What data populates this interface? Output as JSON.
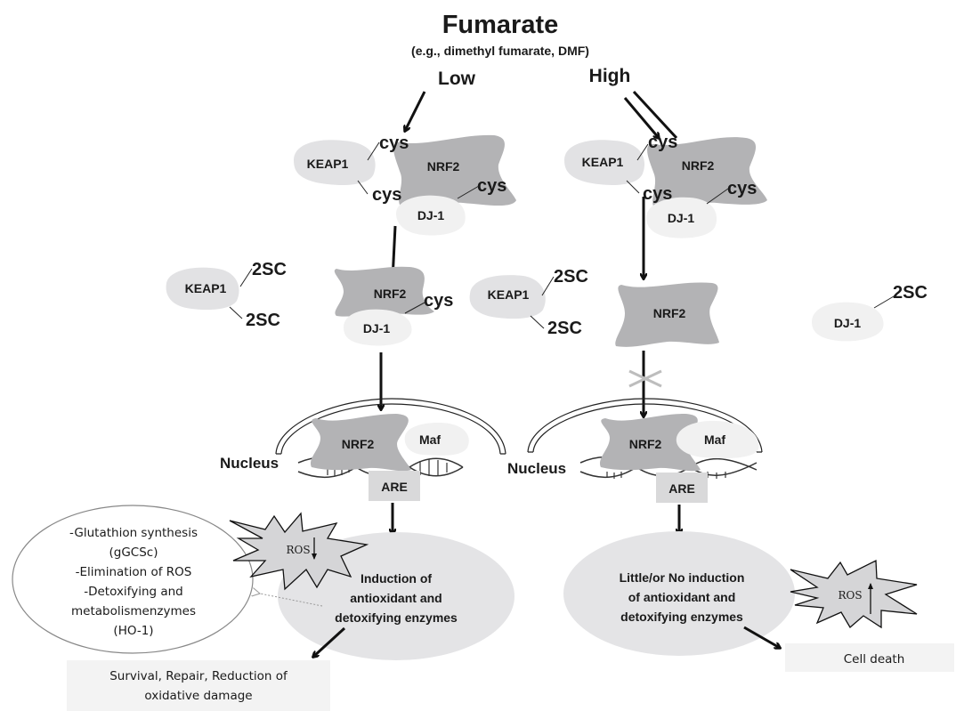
{
  "title": "Fumarate",
  "subtitle": "(e.g., dimethyl fumarate, DMF)",
  "branches": {
    "low": {
      "label": "Low",
      "complex": {
        "keap1": "KEAP1",
        "nrf2": "NRF2",
        "dj1": "DJ-1",
        "cys_top": "cys",
        "cys_bottom": "cys",
        "cys_dj": "cys"
      },
      "released_keap1": {
        "label": "KEAP1",
        "mod_top": "2SC",
        "mod_bottom": "2SC"
      },
      "nrf2_dj1": {
        "nrf2": "NRF2",
        "dj1": "DJ-1",
        "cys": "cys"
      },
      "nucleus": {
        "label": "Nucleus",
        "nrf2": "NRF2",
        "maf": "Maf",
        "are": "ARE"
      },
      "outcome": "Induction of antioxidant and detoxifying enzymes",
      "outcome_lines": [
        "Induction of",
        "antioxidant and",
        "detoxifying enzymes"
      ],
      "ros": "ROS",
      "effects_lines": [
        "-Glutathion synthesis",
        "(gGCSc)",
        "-Elimination of ROS",
        "-Detoxifying and",
        "metabolismenzymes",
        "(HO-1)"
      ],
      "result_lines": [
        "Survival, Repair, Reduction of",
        "oxidative damage"
      ]
    },
    "high": {
      "label": "High",
      "complex": {
        "keap1": "KEAP1",
        "nrf2": "NRF2",
        "dj1": "DJ-1",
        "cys_top": "cys",
        "cys_bottom": "cys",
        "cys_dj": "cys"
      },
      "released_keap1": {
        "label": "KEAP1",
        "mod_top": "2SC",
        "mod_bottom": "2SC"
      },
      "free_nrf2": "NRF2",
      "released_dj1": {
        "label": "DJ-1",
        "mod": "2SC"
      },
      "nucleus": {
        "label": "Nucleus",
        "nrf2": "NRF2",
        "maf": "Maf",
        "are": "ARE"
      },
      "outcome_lines": [
        "Little/or No induction",
        "of antioxidant and",
        "detoxifying enzymes"
      ],
      "ros": "ROS",
      "result": "Cell death"
    }
  },
  "colors": {
    "nrf2": "#b3b3b5",
    "keap1": "#e2e2e4",
    "dj1": "#f1f1f1",
    "outcome_ellipse": "#e4e4e6",
    "ros_fill": "#d5d5d7"
  }
}
